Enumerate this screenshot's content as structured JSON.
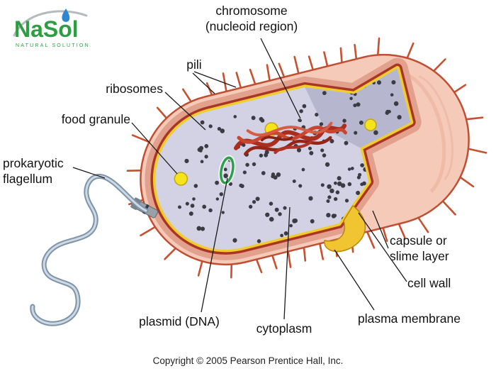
{
  "labels": {
    "chromosome": {
      "line1": "chromosome",
      "line2": "(nucleoid region)"
    },
    "pili": "pili",
    "ribosomes": "ribosomes",
    "food_granule": "food granule",
    "flagellum": {
      "line1": "prokaryotic",
      "line2": "flagellum"
    },
    "plasmid": "plasmid (DNA)",
    "cytoplasm": "cytoplasm",
    "plasma_membrane": "plasma membrane",
    "cell_wall": "cell wall",
    "capsule": {
      "line1": "capsule or",
      "line2": "slime layer"
    }
  },
  "logo": {
    "name": "NaSol",
    "tagline": "NATURAL SOLUTION"
  },
  "footer": {
    "copyright": "Copyright © 2005 Pearson Prentice Hall, Inc."
  },
  "colors": {
    "capsule_fill": "#f6cab9",
    "capsule_edge": "#bf4e33",
    "capsule_cut": "#e2a18c",
    "pili": "#c8502f",
    "cell_wall": "#ab3524",
    "plasma_membrane": "#f0cd2d",
    "cytoplasm": "#d2d2e4",
    "cytoplasm_shadow": "#b6b6ce",
    "ribosome": "#3b3b44",
    "food_granule": "#f5e41c",
    "plasmid": "#2da04a",
    "chromosome": "#b03226",
    "flagellum": "#7d93a8",
    "label_text": "#121212",
    "logo_green": "#2e9e44",
    "logo_blue": "#2f86d0"
  }
}
